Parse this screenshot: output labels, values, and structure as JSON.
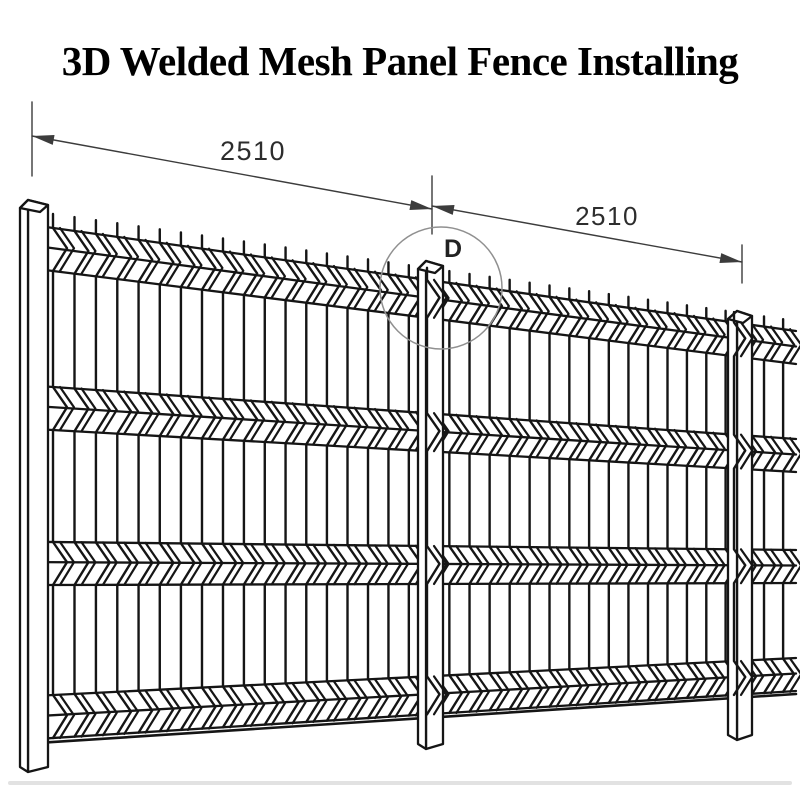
{
  "title": "3D Welded Mesh Panel Fence Installing",
  "diagram": {
    "dim1_label": "2510",
    "dim2_label": "2510",
    "detail_label": "D",
    "colors": {
      "background": "#ffffff",
      "fence_line": "#151515",
      "post_fill": "#ffffff",
      "dim_line": "#3c3c3c",
      "dim_text": "#2d2d2d",
      "detail_circle": "#909090",
      "ground_line": "#e2e2e2"
    }
  }
}
